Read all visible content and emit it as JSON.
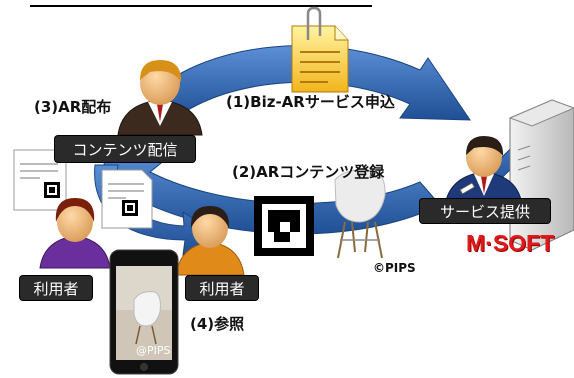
{
  "labels": {
    "step1": "(1)Biz-ARサービス申込",
    "step2": "(2)ARコンテンツ登録",
    "step3": "(3)AR配布",
    "step4": "(4)参照"
  },
  "roles": {
    "content_distributor": "コンテンツ配信",
    "service_provider": "サービス提供",
    "user_left": "利用者",
    "user_right": "利用者"
  },
  "credits": {
    "chair": "©PIPS",
    "phone": "@PIPS"
  },
  "brand": "M·SOFT",
  "colors": {
    "arrow_blue": "#2f67b0",
    "box_dark": "#2a2a2a",
    "brand_red": "#e01a1a"
  },
  "icons": [
    "document-icon",
    "person-icon",
    "ar-marker-icon",
    "chair-icon",
    "server-icon",
    "smartphone-icon"
  ]
}
